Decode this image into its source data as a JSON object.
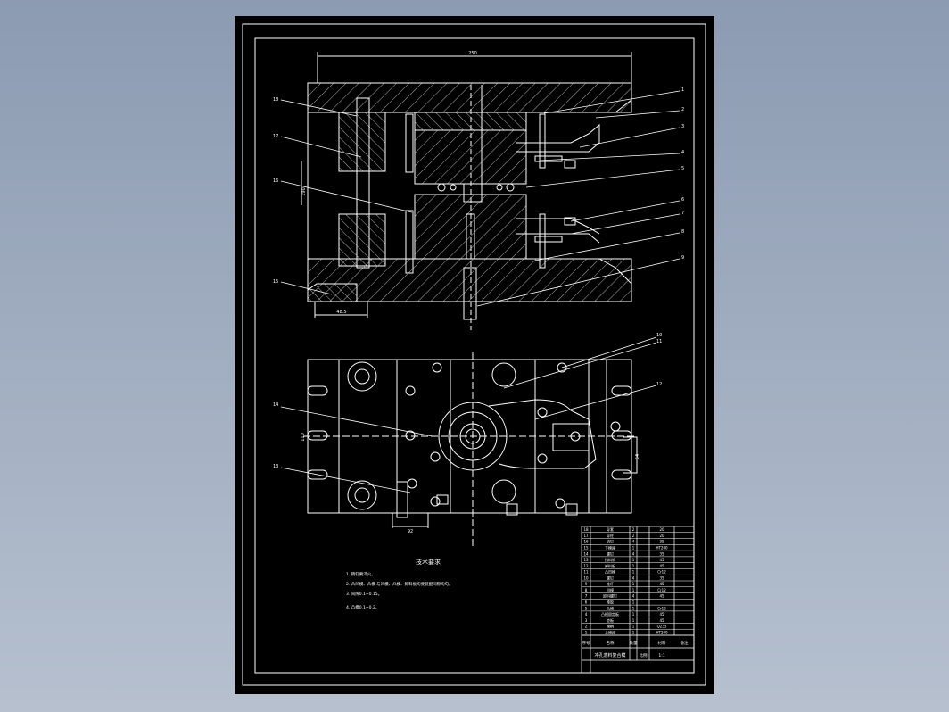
{
  "colors": {
    "viewport_background": "#9aa7bc",
    "sheet_background": "#000000",
    "line_color": "#ffffff",
    "hatch_color": "#dcdcdc"
  },
  "drawing": {
    "top_dim": "250",
    "left_dim": "190",
    "bottom_left_dim": "48.5",
    "plan_left_dim": "110",
    "plan_bottom_dim": "92",
    "plan_right_dim": "54",
    "balloon_labels_section": [
      "1",
      "2",
      "3",
      "4",
      "5",
      "6",
      "7",
      "8",
      "9",
      "18",
      "17",
      "16",
      "15"
    ],
    "balloon_labels_plan": [
      "10",
      "11",
      "12",
      "14",
      "13"
    ]
  },
  "notes": {
    "heading": "技术要求",
    "items": [
      "1. 销钉要淬火。",
      "2. 凸凹模、凸模 与凹模、凸模、卸料板均要装配间隙均匀。",
      "3. 间隙0.1~0.15。",
      "4. 凸模0.1~0.2。"
    ]
  },
  "title_block": {
    "drawing_title": "冲孔落料复合模",
    "rows": [
      [
        "18",
        "导套",
        "2",
        "20"
      ],
      [
        "17",
        "导柱",
        "2",
        "20"
      ],
      [
        "16",
        "销钉",
        "4",
        "35"
      ],
      [
        "15",
        "下模座",
        "1",
        "HT200"
      ],
      [
        "14",
        "螺钉",
        "4",
        "35"
      ],
      [
        "13",
        "挡料销",
        "1",
        "45"
      ],
      [
        "12",
        "卸料板",
        "1",
        "45"
      ],
      [
        "11",
        "凸凹模",
        "1",
        "Cr12"
      ],
      [
        "10",
        "螺钉",
        "4",
        "35"
      ],
      [
        "9",
        "推杆",
        "1",
        "45"
      ],
      [
        "8",
        "凹模",
        "1",
        "Cr12"
      ],
      [
        "7",
        "卸料螺钉",
        "4",
        "45"
      ],
      [
        "6",
        "橡胶",
        "1",
        ""
      ],
      [
        "5",
        "凸模",
        "1",
        "Cr12"
      ],
      [
        "4",
        "凸模固定板",
        "1",
        "45"
      ],
      [
        "3",
        "垫板",
        "1",
        "45"
      ],
      [
        "2",
        "模柄",
        "1",
        "Q235"
      ],
      [
        "1",
        "上模座",
        "1",
        "HT200"
      ]
    ],
    "footer_labels": [
      "序号",
      "名称",
      "数量",
      "材料",
      "备注"
    ],
    "sheet_info": [
      "比例",
      "1:1"
    ]
  }
}
